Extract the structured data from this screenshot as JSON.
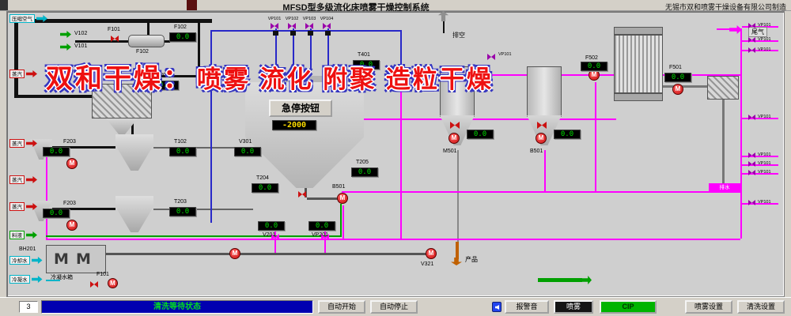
{
  "header": {
    "title": "MFSD型多级流化床喷雾干燥控制系统",
    "manufacturer": "无锡市双和喷雾干燥设备有限公司制造"
  },
  "watermark": {
    "brand": "双和干燥：",
    "slogan": "喷雾 流化 附聚 造粒干燥"
  },
  "feeds": [
    {
      "label": "压缩空气"
    },
    {
      "label": "蒸汽"
    },
    {
      "label": "蒸汽"
    },
    {
      "label": "蒸汽"
    },
    {
      "label": "蒸汽"
    },
    {
      "label": "料液"
    },
    {
      "label": "冷却水"
    },
    {
      "label": "冷凝水"
    }
  ],
  "top_valves": [
    "VP101",
    "VP102",
    "VP103",
    "VP104"
  ],
  "right_valves": [
    "VP101",
    "VP101",
    "VP101",
    "VP101",
    "VP101",
    "VP101",
    "VP101",
    "VP101"
  ],
  "tags": {
    "f101": "F101",
    "f102": "F102",
    "v101": "V101",
    "v102": "V102",
    "t201": "T201",
    "t401": "T401",
    "t102": "T102",
    "v301": "V301",
    "t203": "T203",
    "t204": "T204",
    "t205": "T205",
    "f203a": "F203",
    "f203b": "F203",
    "f501": "F501",
    "f502": "F502",
    "m501": "M501",
    "b501": "B501",
    "b501t": "B501",
    "vp101_mid": "VP101",
    "v201": "V201",
    "vp201": "VP201",
    "v321": "V321",
    "bh201": "BH201",
    "f101b": "F101",
    "vent": "排空",
    "tailgas": "尾气",
    "product": "产品",
    "condensate_tank": "冷凝水箱",
    "estop": "急停按钮",
    "drain": "排水"
  },
  "displays": {
    "f102": "0.0",
    "t201": "0.0",
    "t401": "0.0",
    "t102": "0.0",
    "v301": "0.0",
    "t203": "0.0",
    "t204": "0.0",
    "t205": "0.0",
    "f203a": "0.0",
    "f203b": "0.0",
    "f501": "0.0",
    "f502": "0.0",
    "m501": "0.0",
    "b501": "0.0",
    "v201": "0.0",
    "vp201": "0.0",
    "chamber": "-2000"
  },
  "glyphs": {
    "pump": "M"
  },
  "statusbar": {
    "counter": "3",
    "status": "清洗等待状态"
  },
  "buttons": {
    "auto_start": "自动开始",
    "auto_stop": "自动停止",
    "alarm": "报警音",
    "spray": "喷雾",
    "cip": "CIP",
    "spray_set": "喷雾设置",
    "clean_set": "清洗设置"
  },
  "colors": {
    "pipe_magenta": "#ff00ff",
    "pipe_blue": "#2828c8",
    "pipe_green": "#00a000",
    "pipe_cyan": "#00b4c8",
    "alarm_red": "#cc1111",
    "valve_purple": "#9a00aa",
    "status_bg": "#0000b0",
    "status_text": "#00dd22",
    "cip_green": "#00b400",
    "display_text": "#00dd00",
    "display_warn": "#ffdd00",
    "watermark_red": "#ee1010",
    "spray_btn_bg": "#141414"
  }
}
